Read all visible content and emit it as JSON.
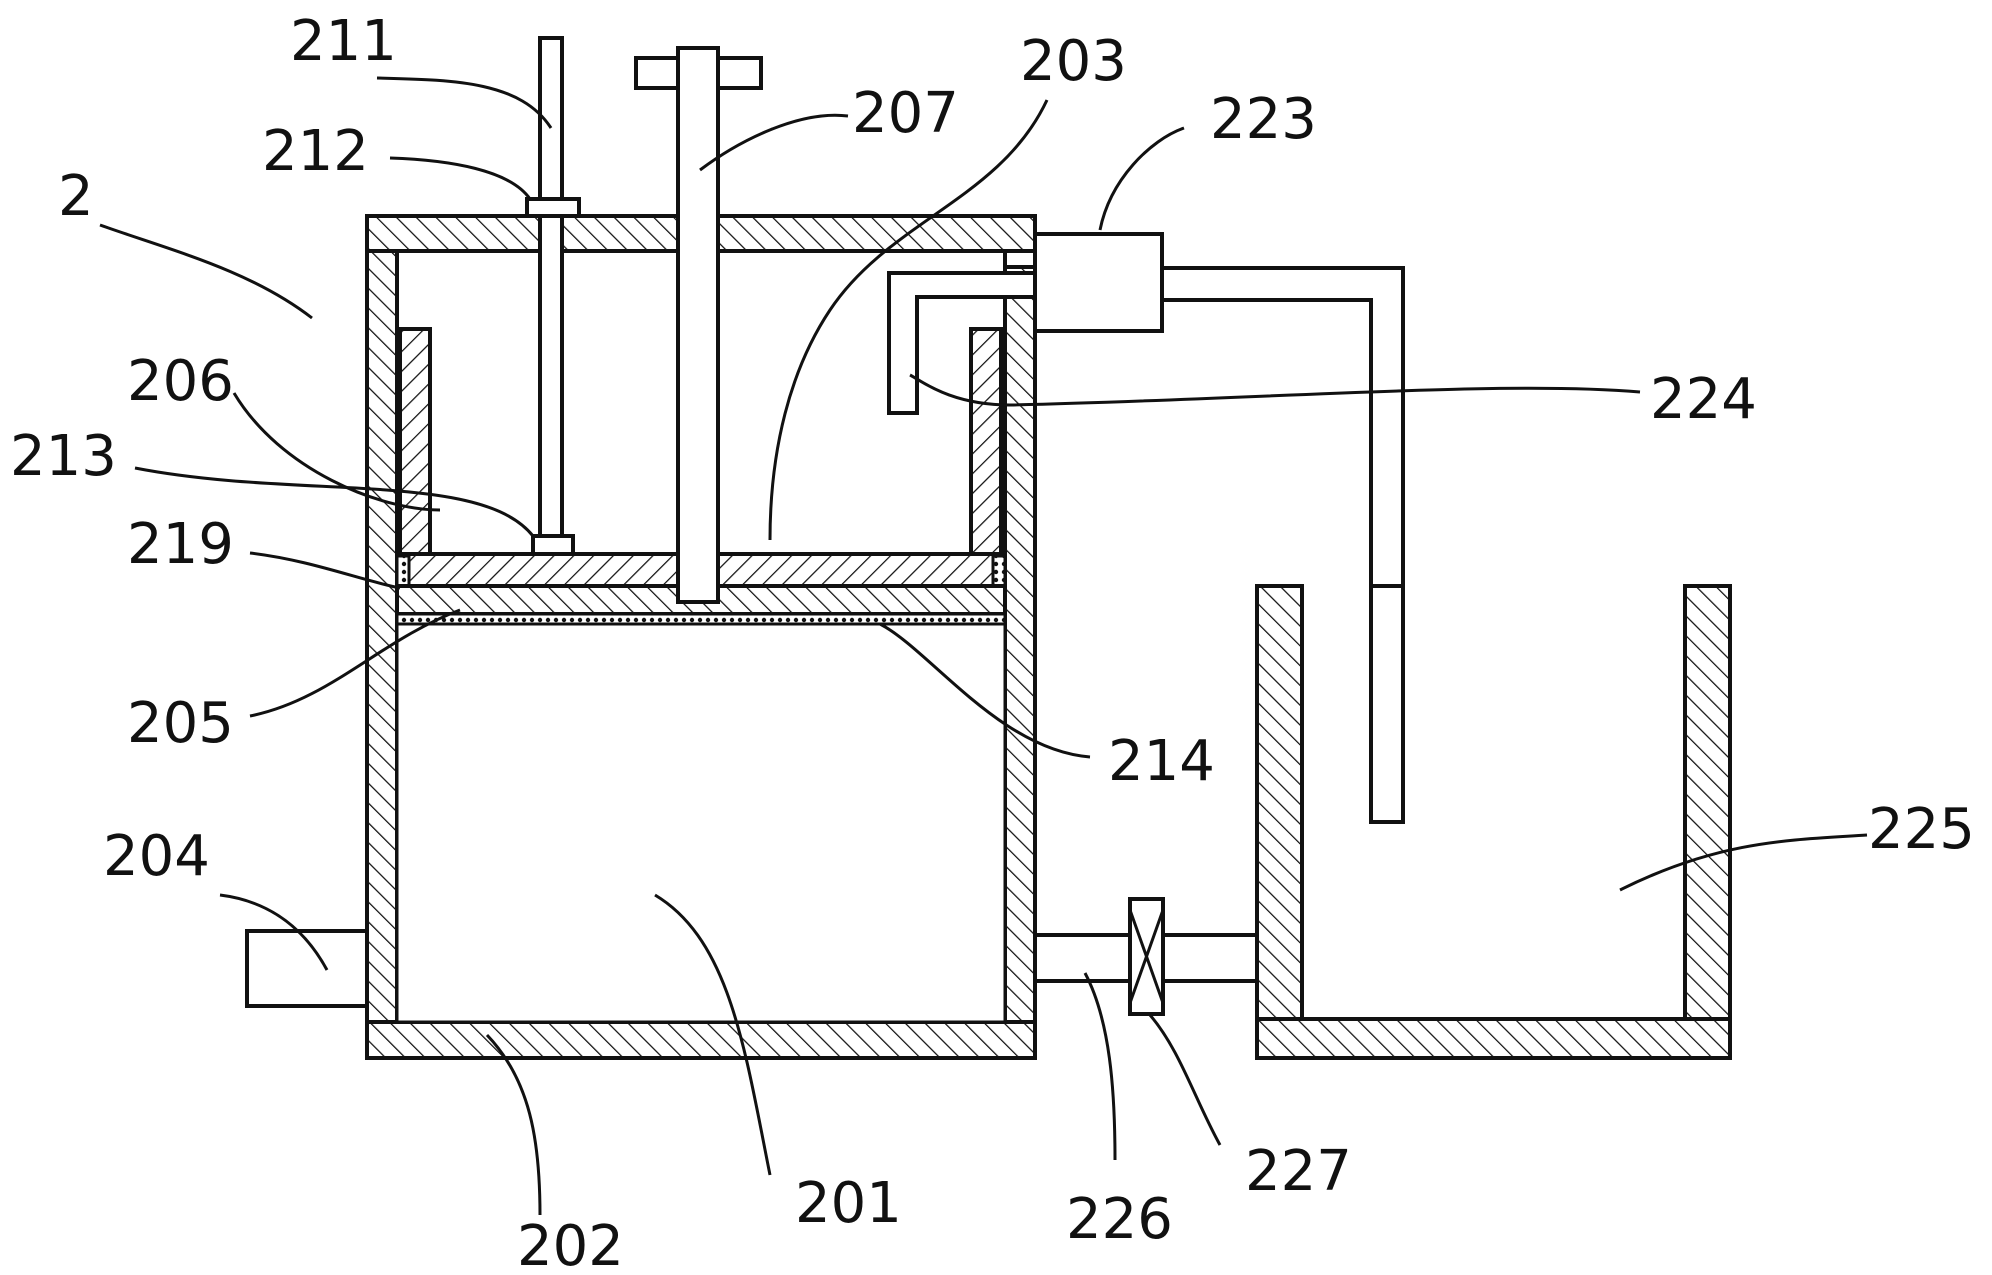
{
  "diagram": {
    "labels": {
      "l2": "2",
      "l201": "201",
      "l202": "202",
      "l203": "203",
      "l204": "204",
      "l205": "205",
      "l206": "206",
      "l207": "207",
      "l211": "211",
      "l212": "212",
      "l213": "213",
      "l214": "214",
      "l219": "219",
      "l223": "223",
      "l224": "224",
      "l225": "225",
      "l226": "226",
      "l227": "227"
    },
    "colors": {
      "line": "#111111",
      "background": "#ffffff"
    }
  }
}
